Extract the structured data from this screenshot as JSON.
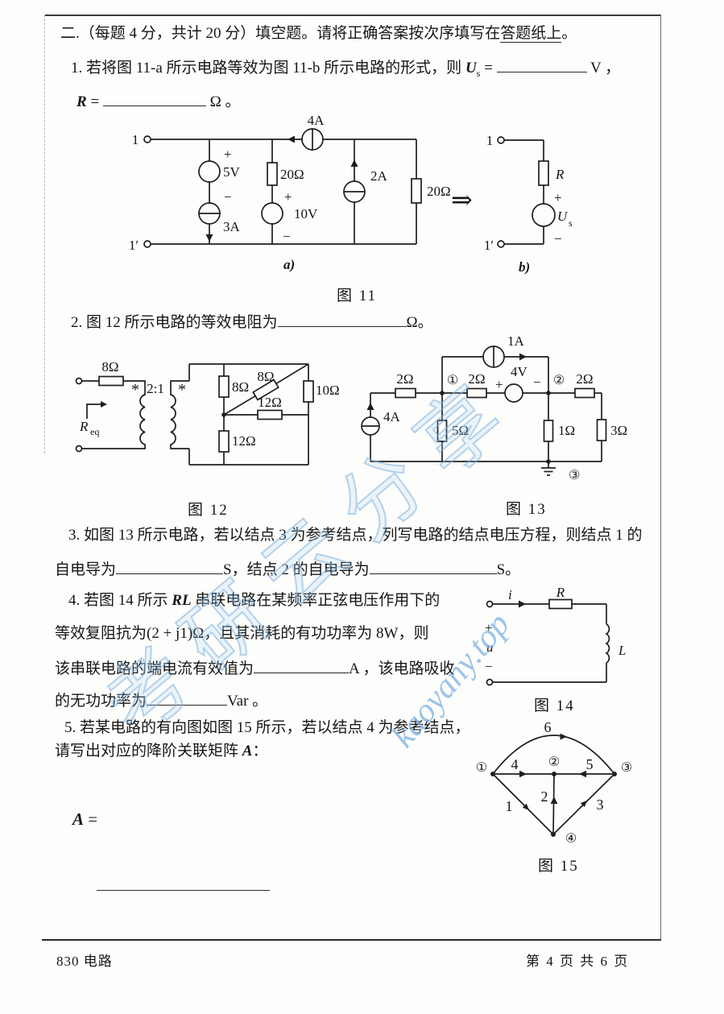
{
  "header": {
    "prefix": "二.（每题 4 分，共计 20 分）填空题。请将正确答案按次序填写在",
    "underlined": "答题纸上",
    "suffix": "。"
  },
  "q1": {
    "l1": "1. 若将图 11-a 所示电路等效为图 11-b 所示电路的形式，则",
    "u": "U",
    "u_sub": "s",
    "eq": "=",
    "unit_v": "V ，",
    "r": "R",
    "eq2": "=",
    "unit_ohm": "Ω 。"
  },
  "q2": {
    "lead": "2. 图 12 所示电路的等效电阻为",
    "unit": "Ω。"
  },
  "q3": {
    "l1": "3. 如图 13 所示电路，若以结点 3 为参考结点，列写电路的结点电压方程，则结点 1 的",
    "l2a": "自电导为",
    "l2b": "S，结点 2 的自电导为",
    "l2c": "S。"
  },
  "q4": {
    "l1a": "4. 若图 14 所示",
    "rl": "RL",
    "l1b": "串联电路在某频率正弦电压作用下的",
    "l2": "等效复阻抗为(2 + j1)Ω，且其消耗的有功功率为 8W，则",
    "l3a": "该串联电路的端电流有效值为",
    "l3b": "A ，该电路吸收",
    "l4a": "的无功功率为",
    "l4b": "Var 。"
  },
  "q5": {
    "l1": "5. 若某电路的有向图如图 15 所示，若以结点 4 为参考结点，",
    "l2a": "请写出对应的降阶关联矩阵",
    "l2v": "A",
    "l2b": "：",
    "ans_v": "A",
    "ans_eq": "="
  },
  "fig11": {
    "caption": "图 11",
    "arrow": "⇒",
    "a": {
      "label": "a)",
      "t1": "1",
      "t1p": "1′",
      "plus1": "+",
      "v5": "5V",
      "minus1": "−",
      "i3": "3A",
      "r20a": "20Ω",
      "plus2": "+",
      "v10": "10V",
      "minus2": "−",
      "i4": "4A",
      "i2": "2A",
      "r20b": "20Ω"
    },
    "b": {
      "label": "b)",
      "t1": "1",
      "t1p": "1′",
      "r": "R",
      "plus": "+",
      "u": "U",
      "u_sub": "s",
      "minus": "−"
    }
  },
  "fig12": {
    "caption": "图 12",
    "r8s": "8Ω",
    "star1": "*",
    "ratio": "2:1",
    "star2": "*",
    "req": "R",
    "req_sub": "eq",
    "r8v": "8Ω",
    "r8d": "8Ω",
    "r10": "10Ω",
    "r12h": "12Ω",
    "r12v": "12Ω"
  },
  "fig13": {
    "caption": "图 13",
    "i1": "1A",
    "r2a": "2Ω",
    "n1": "①",
    "r2b": "2Ω",
    "plus": "+",
    "v4": "4V",
    "minus": "−",
    "n2": "②",
    "r2c": "2Ω",
    "i4": "4A",
    "r5": "5Ω",
    "r1": "1Ω",
    "r3": "3Ω",
    "n3": "③"
  },
  "fig14": {
    "caption": "图 14",
    "i": "i",
    "r": "R",
    "plus": "+",
    "u": "u",
    "minus": "−",
    "l": "L"
  },
  "fig15": {
    "caption": "图 15",
    "n1": "①",
    "n2": "②",
    "n3": "③",
    "n4": "④",
    "e1": "1",
    "e2": "2",
    "e3": "3",
    "e4": "4",
    "e5": "5",
    "e6": "6"
  },
  "footer": {
    "left": "830 电路",
    "right": "第 4 页 共 6 页"
  },
  "watermark": {
    "text": "考研云分享",
    "site": "kaoyany.top",
    "color": "#80b4e4"
  }
}
